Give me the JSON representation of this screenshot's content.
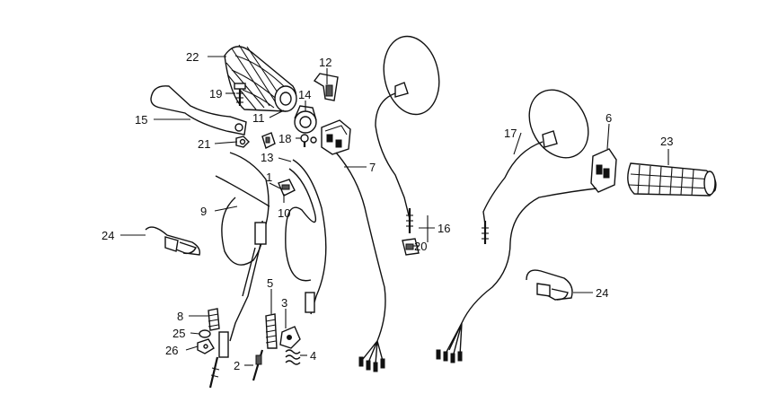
{
  "callouts": [
    {
      "id": "c22",
      "text": "22"
    },
    {
      "id": "c12",
      "text": "12"
    },
    {
      "id": "c19",
      "text": "19"
    },
    {
      "id": "c14",
      "text": "14"
    },
    {
      "id": "c15",
      "text": "15"
    },
    {
      "id": "c11",
      "text": "11"
    },
    {
      "id": "c21",
      "text": "21"
    },
    {
      "id": "c18",
      "text": "18"
    },
    {
      "id": "c13",
      "text": "13"
    },
    {
      "id": "c1",
      "text": "1"
    },
    {
      "id": "c7",
      "text": "7"
    },
    {
      "id": "c10",
      "text": "10"
    },
    {
      "id": "c9",
      "text": "9"
    },
    {
      "id": "c24a",
      "text": "24"
    },
    {
      "id": "c16",
      "text": "16"
    },
    {
      "id": "c20",
      "text": "20"
    },
    {
      "id": "c17",
      "text": "17"
    },
    {
      "id": "c6",
      "text": "6"
    },
    {
      "id": "c23",
      "text": "23"
    },
    {
      "id": "c24b",
      "text": "24"
    },
    {
      "id": "c5",
      "text": "5"
    },
    {
      "id": "c3",
      "text": "3"
    },
    {
      "id": "c8",
      "text": "8"
    },
    {
      "id": "c25",
      "text": "25"
    },
    {
      "id": "c26",
      "text": "26"
    },
    {
      "id": "c4",
      "text": "4"
    },
    {
      "id": "c2",
      "text": "2"
    }
  ]
}
